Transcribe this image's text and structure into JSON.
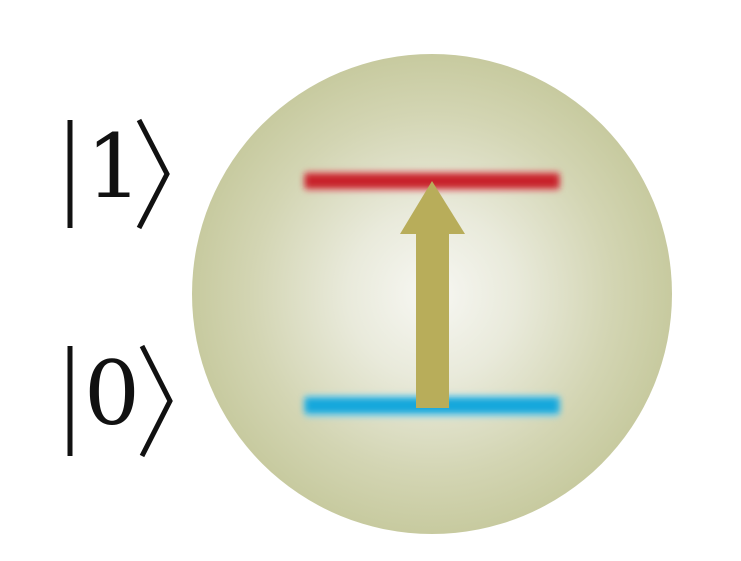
{
  "states": {
    "excited": {
      "label": "|1⟩",
      "digit": "1",
      "color": "#c8202a"
    },
    "ground": {
      "label": "|0⟩",
      "digit": "0",
      "color": "#14a8dc"
    }
  },
  "transition": {
    "direction": "up",
    "from": "ground",
    "to": "excited",
    "color": "#b8ad5a"
  },
  "atom": {
    "center_color": "#f7f7f3",
    "edge_color": "#c7ca9f"
  }
}
